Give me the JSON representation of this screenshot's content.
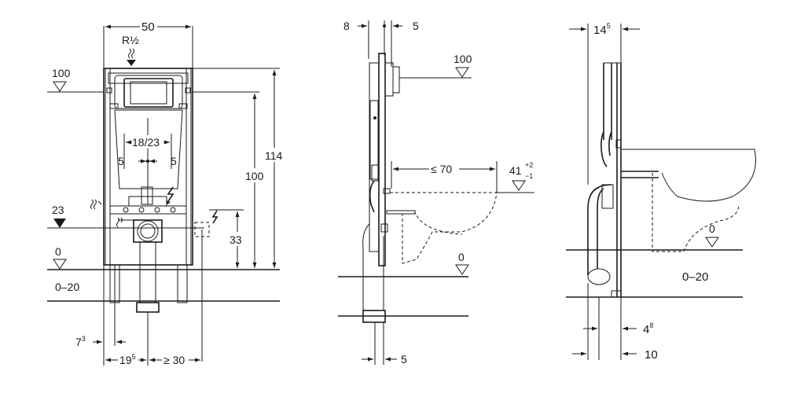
{
  "front_view": {
    "width": "50",
    "connection": "R½",
    "ref_100": "100",
    "ref_23": "23",
    "ref_0": "0",
    "range": "0–20",
    "spacing": "18/23",
    "offset_left": "5",
    "offset_right": "5",
    "height_114": "114",
    "height_100": "100",
    "height_33": "33",
    "bottom_7": "7",
    "bottom_7_sup": "3",
    "bottom_19": "19",
    "bottom_19_sup": "5",
    "bottom_30": "≥ 30"
  },
  "side_view": {
    "top_8": "8",
    "top_5": "5",
    "ref_100": "100",
    "depth": "≤ 70",
    "height_41": "41",
    "tol_plus": "+2",
    "tol_minus": "−1",
    "ref_0": "0",
    "bottom_5": "5"
  },
  "section_view": {
    "top_14": "14",
    "top_14_sup": "5",
    "ref_0": "0",
    "range": "0–20",
    "bottom_4": "4",
    "bottom_4_sup": "8",
    "bottom_10": "10"
  }
}
